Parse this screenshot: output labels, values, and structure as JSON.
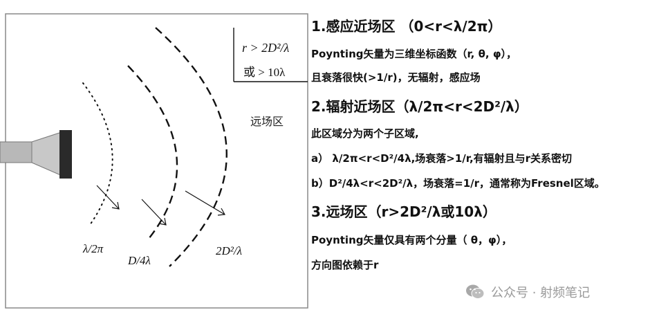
{
  "diagram": {
    "far_condition_1": "r > 2D²/λ",
    "far_condition_2": "或 > 10λ",
    "far_zone_label": "远场区",
    "label_lambda_2pi": "λ/2π",
    "label_d_4lambda": "D/4λ",
    "label_2d2_lambda": "2D²/λ",
    "colors": {
      "frame": "#888888",
      "stroke": "#111111",
      "horn_body": "#b8b8b8",
      "horn_mouth": "#2a2a2a"
    }
  },
  "text": {
    "h1": "1.感应近场区 （0<r<λ/2π）",
    "l1": "Poynting矢量为三维坐标函数（r, θ, φ），",
    "l2": "且衰落很快(>1/r)，无辐射，感应场",
    "h2": "2.辐射近场区（λ/2π<r<2D²/λ）",
    "l3": "此区域分为两个子区域,",
    "l4": "a） λ/2π<r<D²/4λ,场衰落>1/r,有辐射且与r关系密切",
    "l5": "b）D²/4λ<r<2D²/λ，场衰落=1/r，通常称为Fresnel区域。",
    "h3": "3.远场区（r>2D²/λ或10λ）",
    "l6": "Poynting矢量仅具有两个分量（ θ，φ），",
    "l7": "方向图依赖于r"
  },
  "watermark": {
    "icon": "wechat-icon",
    "text": "公众号 · 射频笔记"
  }
}
